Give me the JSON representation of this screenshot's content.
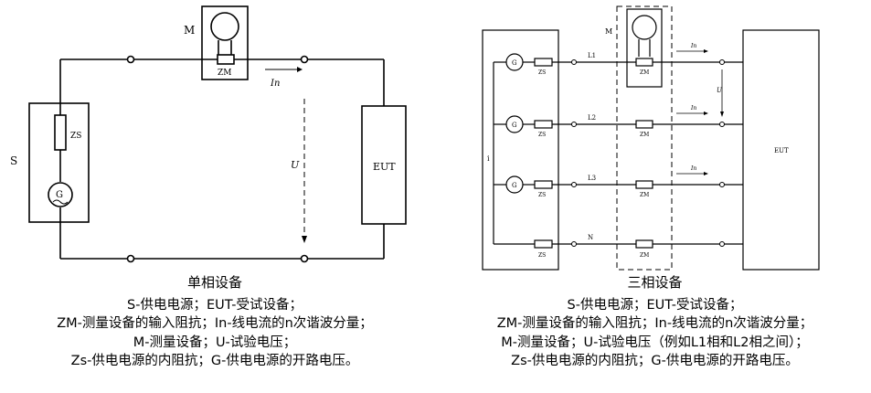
{
  "left_diagram": {
    "label_M": "M",
    "label_S": "S",
    "label_ZM": "ZM",
    "label_ZS": "ZS",
    "label_G": "G",
    "label_In": "In",
    "label_U": "U",
    "label_EUT": "EUT"
  },
  "right_diagram": {
    "label_M": "M",
    "label_i": "i",
    "label_EUT": "EUT",
    "label_U": "U",
    "lines": [
      {
        "name": "L1",
        "zs": "ZS",
        "zm": "ZM",
        "g": "G",
        "in": "In"
      },
      {
        "name": "L2",
        "zs": "ZS",
        "zm": "ZM",
        "g": "G",
        "in": "In"
      },
      {
        "name": "L3",
        "zs": "ZS",
        "zm": "ZM",
        "g": "G",
        "in": "In"
      },
      {
        "name": "N",
        "zs": "ZS",
        "zm": "ZM"
      }
    ]
  },
  "captions": {
    "left": {
      "title": "单相设备",
      "lines": [
        "S-供电电源；EUT-受试设备；",
        "ZM-测量设备的输入阻抗；In-线电流的n次谐波分量；",
        "M-测量设备；U-试验电压；",
        "Zs-供电电源的内阻抗；G-供电电源的开路电压。"
      ]
    },
    "right": {
      "title": "三相设备",
      "lines": [
        "S-供电电源；EUT-受试设备；",
        "ZM-测量设备的输入阻抗；In-线电流的n次谐波分量；",
        "M-测量设备；U-试验电压（例如L1相和L2相之间）；",
        "Zs-供电电源的内阻抗；G-供电电源的开路电压。"
      ]
    }
  }
}
